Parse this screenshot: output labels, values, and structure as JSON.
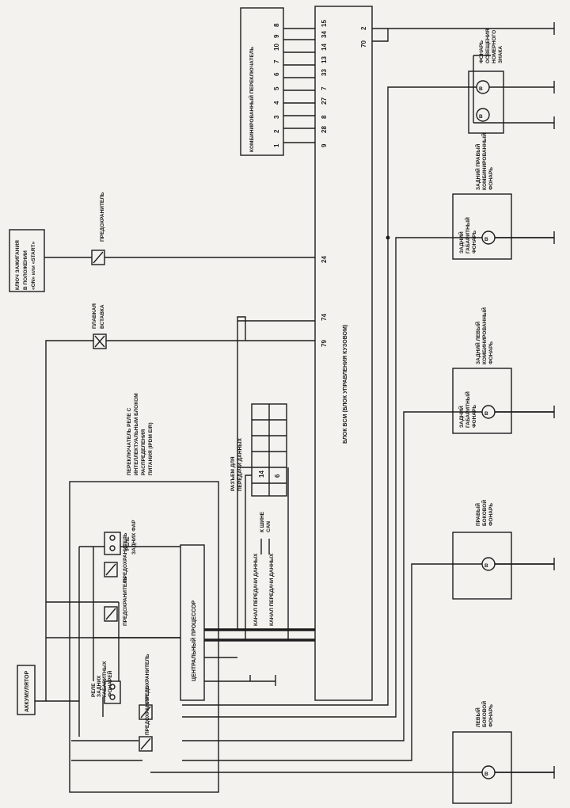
{
  "components": {
    "battery": "АККУМУЛЯТОР",
    "ignition_switch": "КЛЮЧ ЗАЖИГАНИЯ В ПОЛОЖЕНИИ «ON» или «START»",
    "fuse_main": "ПРЕДОХРАНИТЕЛЬ",
    "fusible_link": "ПЛАВКАЯ ВСТАВКА",
    "combination_switch": "КОМБИНИРОВАННЫЙ ПЕРЕКЛЮЧАТЕЛЬ",
    "bcm": "БЛОК BCM (БЛОК УПРАВЛЕНИЯ КУЗОВОМ)",
    "ipdm": "ПЕРЕКЛЮЧАТЕЛЬ РЕЛЕ С ИНТЕЛЛЕКТУАЛЬНЫМ БЛОКОМ РАСПРЕДЕЛЕНИЯ ПИТАНИЯ (IPDM E/R)",
    "cpu": "ЦЕНТРАЛЬНЫЙ ПРОЦЕССОР",
    "data_connector": "РАЗЪЕМ ДЛЯ ПЕРЕДАЧИ ДАННЫХ",
    "can_high": "КАНАЛ ПЕРЕДАЧИ ДАННЫХ",
    "can_low": "КАНАЛ ПЕРЕДАЧИ ДАННЫХ",
    "can_to": "К ШИНЕ CAN",
    "relay_tail": "РЕЛЕ ЗАДНИХ ФАР",
    "relay_parking": "РЕЛЕ ЗАДНИХ ГАБАРИТНЫХ ФОНАРЕЙ",
    "fuse_a": "ПРЕДОХРАНИТЕЛЬ",
    "fuse_b": "ПРЕДОХРАНИТЕЛЬ",
    "fuse_c": "ПРЕДОХРАНИТЕЛЬ",
    "fuse_d": "ПРЕДОХРАНИТЕЛЬ",
    "lamp_plate": "ФОНАРЬ ОСВЕЩЕНИЯ НОМЕРНОГО ЗНАКА",
    "lamp_rear_right": "ЗАДНИЙ ПРАВЫЙ КОМБИНИРОВАННЫЙ ФОНАРЬ",
    "lamp_rear_right_inner": "ЗАДНИЙ ГАБАРИТНЫЙ ФОНАРЬ",
    "lamp_rear_left": "ЗАДНИЙ ЛЕВЫЙ КОМБИНИРОВАННЫЙ ФОНАРЬ",
    "lamp_rear_left_inner": "ЗАДНИЙ ГАБАРИТНЫЙ ФОНАРЬ",
    "lamp_side_right": "ПРАВЫЙ БОКОВОЙ ФОНАРЬ",
    "lamp_side_left": "ЛЕВЫЙ БОКОВОЙ ФОНАРЬ"
  },
  "combination_switch": {
    "outputs": [
      "1",
      "2",
      "3",
      "4",
      "5",
      "6",
      "7",
      "10",
      "9",
      "8"
    ]
  },
  "bcm_pins": {
    "row_a": [
      "9",
      "28",
      "8",
      "27",
      "7",
      "33",
      "13",
      "14",
      "34",
      "15"
    ],
    "p70": "70",
    "p2": "2",
    "p24": "24",
    "p74": "74",
    "p79": "79"
  },
  "connector_pins": [
    "14",
    "6"
  ]
}
